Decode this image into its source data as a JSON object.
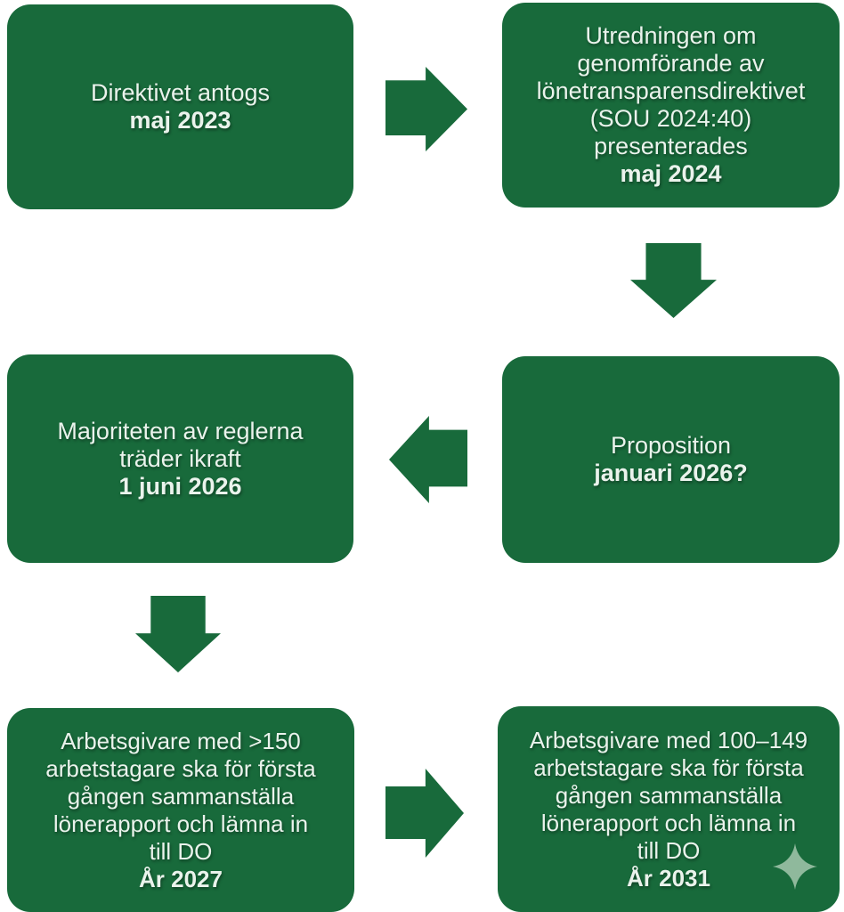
{
  "colors": {
    "box-green": "#186a3b",
    "text-light": "#eaf3ec",
    "sparkle-green": "#8fb99c",
    "background": "#ffffff"
  },
  "flow": {
    "steps": [
      {
        "id": "directive-adopted",
        "lines": [
          "Direktivet antogs"
        ],
        "date": "maj 2023"
      },
      {
        "id": "inquiry-presented",
        "lines": [
          "Utredningen om",
          "genomförande av",
          "lönetransparensdirektivet",
          "(SOU 2024:40)",
          "presenterades"
        ],
        "date": "maj 2024"
      },
      {
        "id": "proposition",
        "lines": [
          "Proposition"
        ],
        "date": "januari 2026?"
      },
      {
        "id": "rules-in-force",
        "lines": [
          "Majoriteten av reglerna",
          "träder ikraft"
        ],
        "date": "1 juni 2026"
      },
      {
        "id": "pay-report-over-150",
        "lines": [
          "Arbetsgivare med >150",
          "arbetstagare ska för första",
          "gången sammanställa",
          "lönerapport och lämna in",
          "till DO"
        ],
        "date": "År 2027"
      },
      {
        "id": "pay-report-100-149",
        "lines": [
          "Arbetsgivare med 100–149",
          "arbetstagare ska för första",
          "gången sammanställa",
          "lönerapport och lämna in",
          "till DO"
        ],
        "date": "År 2031"
      }
    ],
    "arrows": [
      {
        "id": "top-right-arrow",
        "direction": "right"
      },
      {
        "id": "right-column-down-arrow",
        "direction": "down"
      },
      {
        "id": "middle-left-arrow",
        "direction": "left"
      },
      {
        "id": "left-column-down-arrow",
        "direction": "down"
      },
      {
        "id": "bottom-right-arrow",
        "direction": "right"
      }
    ]
  }
}
